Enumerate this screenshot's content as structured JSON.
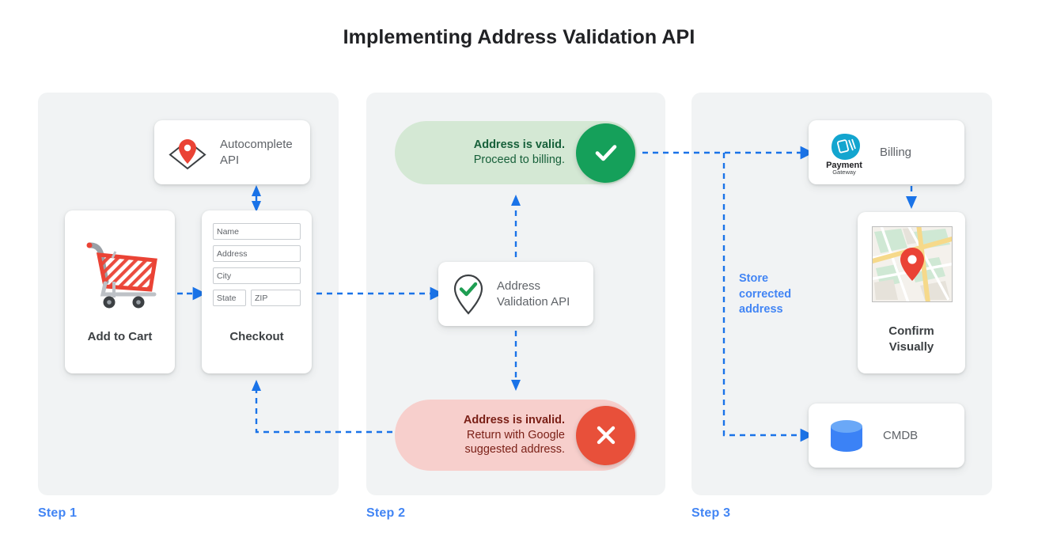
{
  "page": {
    "title": "Implementing Address Validation API",
    "accent_blue": "#1a73e8",
    "step_label_color": "#4285f4",
    "panel_bg": "#f1f3f4",
    "valid_pill_bg": "#d4e8d4",
    "valid_circle": "#15a05a",
    "invalid_pill_bg": "#f7cfcc",
    "invalid_circle": "#e8503a"
  },
  "steps": {
    "step1_label": "Step 1",
    "step2_label": "Step 2",
    "step3_label": "Step 3"
  },
  "step1": {
    "autocomplete": {
      "label": "Autocomplete API",
      "icon": "map-pin-icon"
    },
    "add_to_cart": {
      "caption": "Add to Cart",
      "icon": "shopping-cart-icon"
    },
    "checkout": {
      "caption": "Checkout",
      "fields": [
        "Name",
        "Address",
        "City"
      ],
      "field_state": "State",
      "field_zip": "ZIP"
    }
  },
  "step2": {
    "valid": {
      "line1": "Address is valid.",
      "line2": "Proceed to billing.",
      "icon": "check-icon"
    },
    "invalid": {
      "line1": "Address is invalid.",
      "line2": "Return with Google",
      "line3": "suggested address.",
      "icon": "close-icon"
    },
    "validation_api": {
      "line1": "Address",
      "line2": "Validation API",
      "icon": "pin-check-icon"
    }
  },
  "step3": {
    "billing": {
      "label": "Billing",
      "logo_line1": "Payment",
      "logo_line2": "Gateway",
      "icon": "payment-gateway-icon"
    },
    "confirm": {
      "line1": "Confirm",
      "line2": "Visually",
      "icon": "map-thumbnail-icon"
    },
    "cmdb": {
      "label": "CMDB",
      "icon": "database-icon"
    },
    "store_note": {
      "line1": "Store",
      "line2": "corrected",
      "line3": "address"
    }
  }
}
